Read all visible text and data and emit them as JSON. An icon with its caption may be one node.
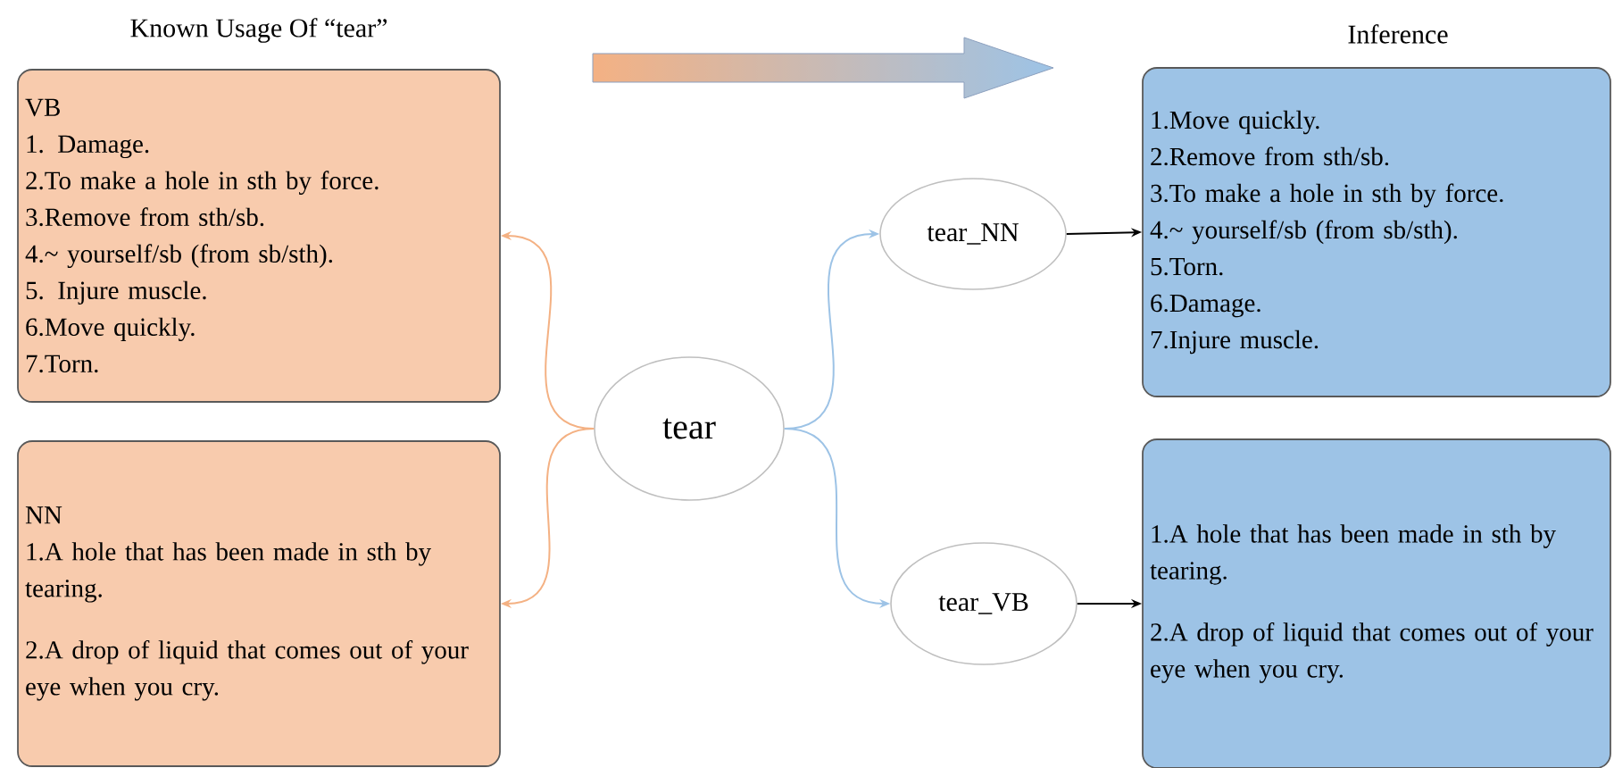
{
  "diagram": {
    "nodes": [
      {
        "text": [
          "VB",
          "1. Damage.",
          "2.To make a hole in sth by force.",
          "3.Remove from sth/sb.",
          "4.~ yourself/sb (from sb/sth).",
          "5. Injure muscle.",
          "6.Move quickly.",
          "7.Torn."
        ]
      },
      {
        "text": [
          "NN",
          "1.A hole that has been made in sth by tearing.",
          "2.A drop of liquid that comes out of your eye when you cry."
        ]
      },
      {
        "text": [
          "tear"
        ]
      },
      {
        "text": [
          "tear_NN"
        ]
      },
      {
        "text": [
          "tear_VB"
        ]
      },
      {
        "text": [
          "1.Move quickly.",
          "2.Remove from sth/sb.",
          "3.To make a hole in sth by force.",
          "4.~ yourself/sb (from sb/sth).",
          "5.Torn.",
          "6.Damage.",
          "7.Injure muscle."
        ]
      },
      {
        "text": [
          "1.A hole that has been made in sth by tearing.",
          "2.A drop of liquid that comes out of your eye when you cry."
        ]
      }
    ],
    "edges": [
      {
        "from": 2,
        "to": 0,
        "arrow": "to",
        "color": "#f4b183"
      },
      {
        "from": 2,
        "to": 1,
        "arrow": "to",
        "color": "#f4b183"
      },
      {
        "from": 2,
        "to": 3,
        "arrow": "to",
        "color": "#9dc3e6"
      },
      {
        "from": 2,
        "to": 4,
        "arrow": "to",
        "color": "#9dc3e6"
      },
      {
        "from": 3,
        "to": 5,
        "arrow": "to",
        "color": "#000000"
      },
      {
        "from": 4,
        "to": 6,
        "arrow": "to",
        "color": "#000000"
      }
    ],
    "labels": [
      "Known Usage Of “tear”",
      "Inference"
    ]
  }
}
